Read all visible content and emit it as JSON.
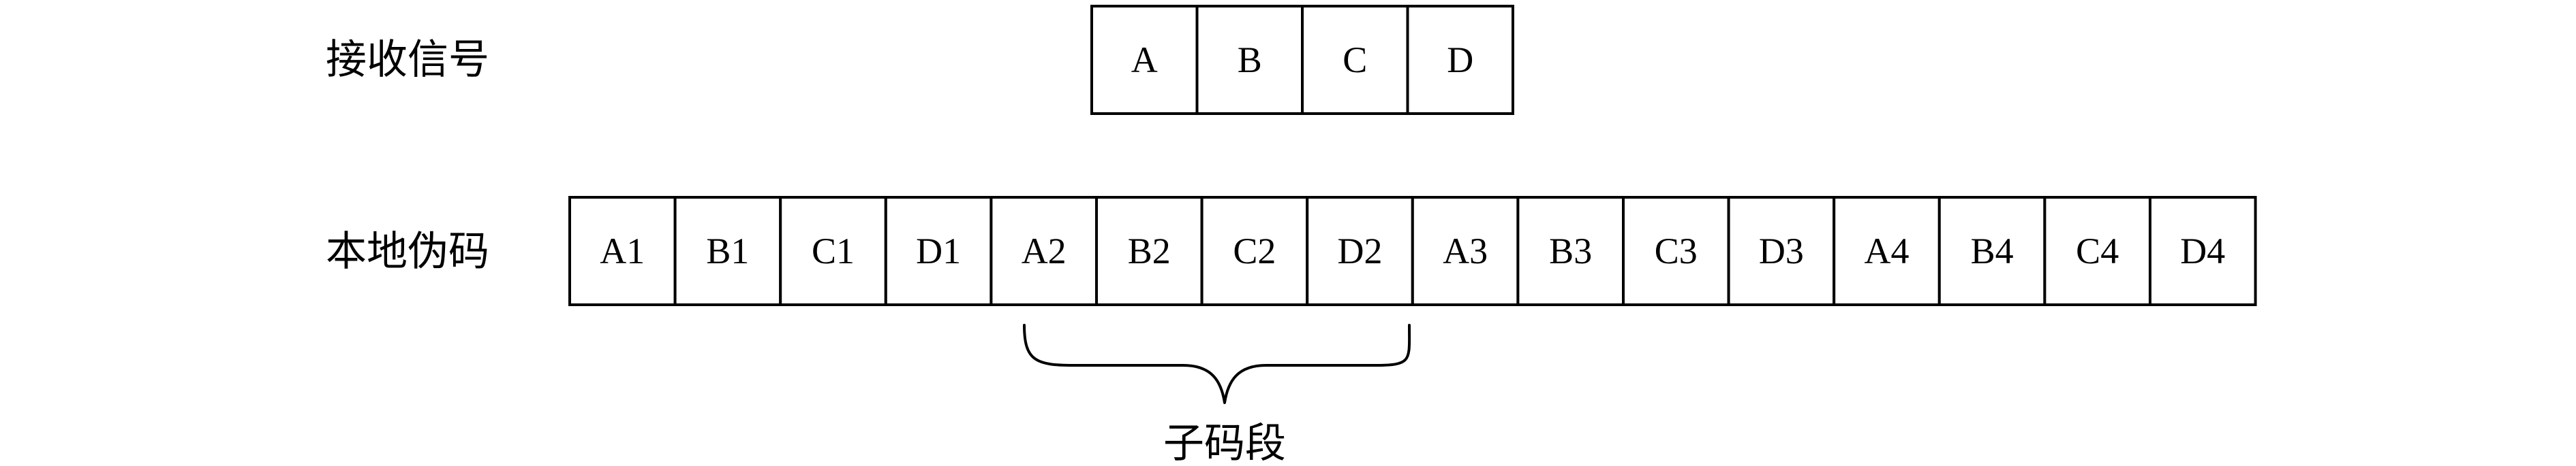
{
  "received_signal": {
    "label": "接收信号",
    "cells": [
      "A",
      "B",
      "C",
      "D"
    ]
  },
  "local_code": {
    "label": "本地伪码",
    "cells": [
      "A1",
      "B1",
      "C1",
      "D1",
      "A2",
      "B2",
      "C2",
      "D2",
      "A3",
      "B3",
      "C3",
      "D3",
      "A4",
      "B4",
      "C4",
      "D4"
    ]
  },
  "brace": {
    "label": "子码段"
  }
}
